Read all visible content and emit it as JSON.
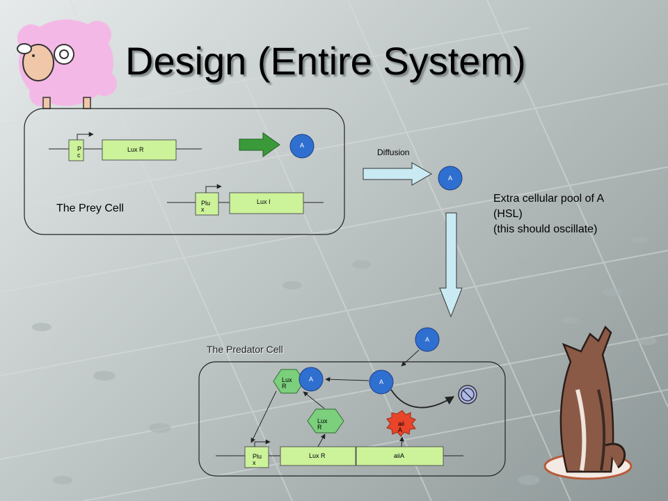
{
  "slide": {
    "title": "Design (Entire System)"
  },
  "prey": {
    "label": "The Prey Cell",
    "promoter_pc": "P c",
    "gene_luxr": "Lux R",
    "product_a": "A",
    "promoter_plux": "Plu x",
    "gene_luxi": "Lux I"
  },
  "extracellular": {
    "diffusion_label": "Diffusion",
    "signal_a_pool": "A",
    "pool_line1": "Extra cellular pool of A",
    "pool_line2": "(HSL)",
    "pool_line3": "(this should oscillate)",
    "signal_a_incoming": "A"
  },
  "predator": {
    "label": "The Predator Cell",
    "complex_luxr": "Lux R",
    "complex_a": "A",
    "signal_a_inside": "A",
    "protein_luxr": "Lux R",
    "protein_aiia": "aii A",
    "promoter_plux": "Plu x",
    "gene_luxr": "Lux R",
    "gene_aiia": "aiiA"
  },
  "colors": {
    "gene_green": "#ccf29a",
    "signal_blue": "#2f6fd0",
    "arrow_green": "#3a9a3a",
    "arrow_lightblue": "#c9eaf2",
    "aiia_red": "#e8452a"
  }
}
